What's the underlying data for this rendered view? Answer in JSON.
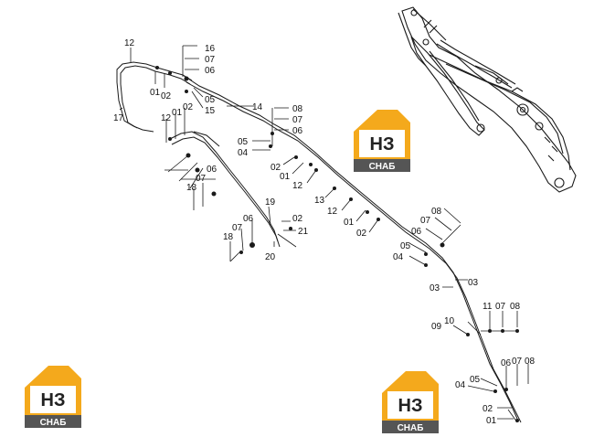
{
  "colors": {
    "line": "#1a1a1a",
    "logo_orange": "#f4a91c",
    "logo_dark": "#222222",
    "logo_band": "#555555",
    "background": "#ffffff"
  },
  "logo": {
    "mark_text": "НЗ",
    "band_text": "СНАБ"
  },
  "labels": [
    "12",
    "17",
    "01",
    "02",
    "16",
    "07",
    "06",
    "05",
    "15",
    "14",
    "12",
    "01",
    "02",
    "08",
    "07",
    "06",
    "05",
    "04",
    "02",
    "01",
    "12",
    "18",
    "07",
    "06",
    "13",
    "12",
    "01",
    "02",
    "19",
    "06",
    "07",
    "18",
    "02",
    "21",
    "20",
    "08",
    "07",
    "06",
    "05",
    "04",
    "03",
    "03",
    "11",
    "07",
    "08",
    "09",
    "10",
    "04",
    "05",
    "06",
    "07",
    "08",
    "02",
    "01"
  ]
}
